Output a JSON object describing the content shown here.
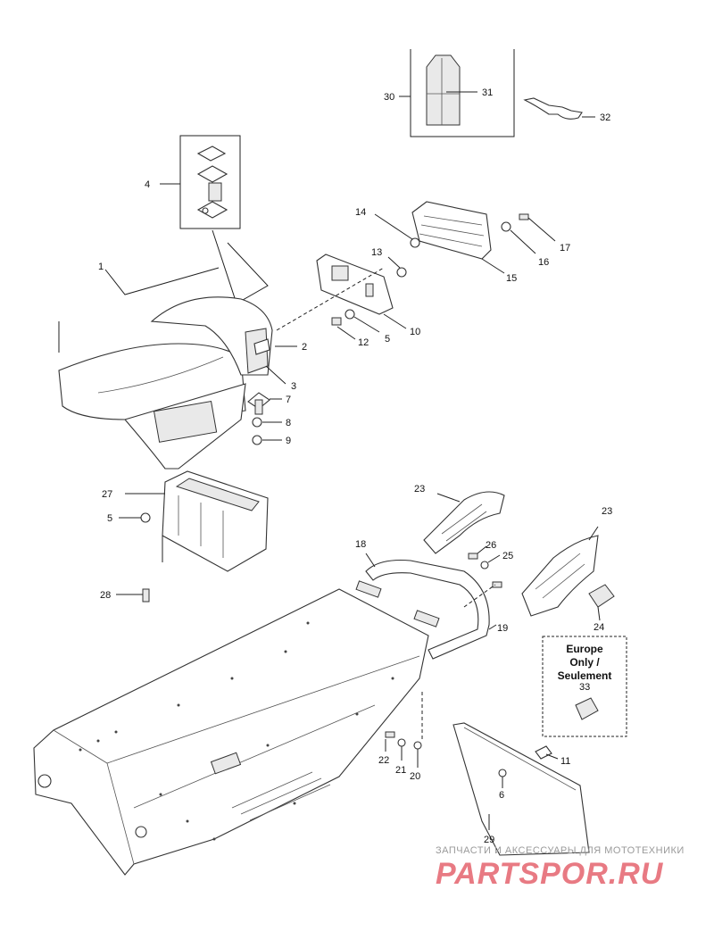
{
  "diagram": {
    "callouts": [
      {
        "id": "c1",
        "text": "1"
      },
      {
        "id": "c2",
        "text": "2"
      },
      {
        "id": "c3",
        "text": "3"
      },
      {
        "id": "c4",
        "text": "4"
      },
      {
        "id": "c5a",
        "text": "5"
      },
      {
        "id": "c5b",
        "text": "5"
      },
      {
        "id": "c6",
        "text": "6"
      },
      {
        "id": "c7",
        "text": "7"
      },
      {
        "id": "c8",
        "text": "8"
      },
      {
        "id": "c9",
        "text": "9"
      },
      {
        "id": "c10",
        "text": "10"
      },
      {
        "id": "c11",
        "text": "11"
      },
      {
        "id": "c12",
        "text": "12"
      },
      {
        "id": "c13",
        "text": "13"
      },
      {
        "id": "c14",
        "text": "14"
      },
      {
        "id": "c15",
        "text": "15"
      },
      {
        "id": "c16",
        "text": "16"
      },
      {
        "id": "c17",
        "text": "17"
      },
      {
        "id": "c18",
        "text": "18"
      },
      {
        "id": "c19",
        "text": "19"
      },
      {
        "id": "c20",
        "text": "20"
      },
      {
        "id": "c21",
        "text": "21"
      },
      {
        "id": "c22",
        "text": "22"
      },
      {
        "id": "c23a",
        "text": "23"
      },
      {
        "id": "c23b",
        "text": "23"
      },
      {
        "id": "c24",
        "text": "24"
      },
      {
        "id": "c25",
        "text": "25"
      },
      {
        "id": "c26",
        "text": "26"
      },
      {
        "id": "c27",
        "text": "27"
      },
      {
        "id": "c28",
        "text": "28"
      },
      {
        "id": "c29",
        "text": "29"
      },
      {
        "id": "c30",
        "text": "30"
      },
      {
        "id": "c31",
        "text": "31"
      },
      {
        "id": "c32",
        "text": "32"
      },
      {
        "id": "c33",
        "text": "33"
      }
    ],
    "region_note": {
      "line1": "Europe",
      "line2": "Only /",
      "line3": "Seulement"
    }
  },
  "watermark": {
    "tagline": "ЗАПЧАСТИ И АКСЕССУАРЫ ДЛЯ МОТОТЕХНИКИ",
    "logo": "PARTSPOR.RU"
  },
  "colors": {
    "line": "#222222",
    "watermark_text": "#9a9a9a",
    "watermark_logo": "#e87a83"
  }
}
